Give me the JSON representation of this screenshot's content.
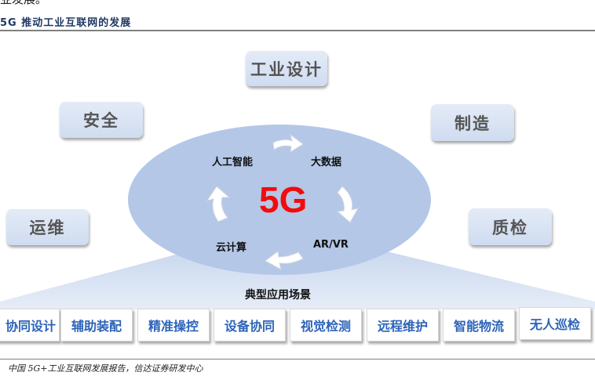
{
  "top_text": "业发展。",
  "figure_title": "5G 推动工业互联网的发展",
  "diagram": {
    "center": "5G",
    "cycle": [
      "人工智能",
      "大数据",
      "AR/VR",
      "云计算"
    ],
    "outer_tags": [
      "工业设计",
      "安全",
      "制造",
      "运维",
      "质检"
    ],
    "scene_label": "典型应用场景",
    "applications": [
      "协同设计",
      "辅助装配",
      "精准操控",
      "设备协同",
      "视觉检测",
      "远程维护",
      "智能物流",
      "无人巡检"
    ]
  },
  "source": "中国 5G+工业互联网发展报告，信达证券研发中心",
  "colors": {
    "center": "#f20c0c",
    "ellipse": "#b4c7e7",
    "app_text": "#2c63b8",
    "title": "#1f3864"
  }
}
